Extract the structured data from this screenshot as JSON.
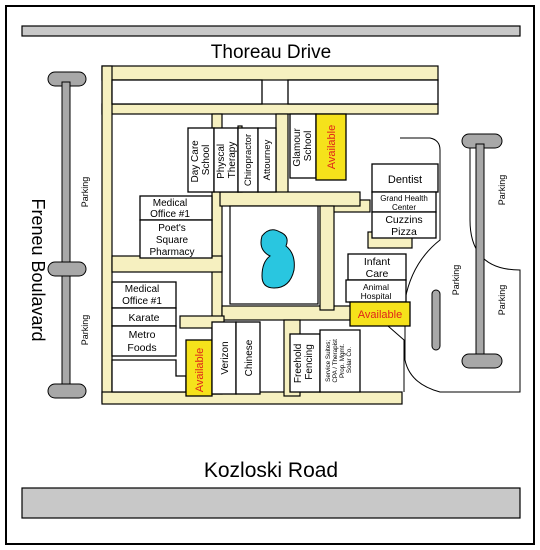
{
  "roads": {
    "north": "Thoreau Drive",
    "south": "Kozloski Road",
    "west": "Freneu Boulavard"
  },
  "parking_label": "Parking",
  "available_label": "Available",
  "tenants": {
    "day_care": [
      "Day Care",
      "School"
    ],
    "physical_therapy": [
      "Physcal",
      "Therapy"
    ],
    "chiropractor": [
      "Chiropractor"
    ],
    "attorney": [
      "Attourney"
    ],
    "glamour": [
      "Glamour",
      "School"
    ],
    "dentist": [
      "Dentist"
    ],
    "grand_health": [
      "Grand Health",
      "Center"
    ],
    "cuzzins": [
      "Cuzzins",
      "Pizza"
    ],
    "medical_office_1a": [
      "Medical",
      "Office #1"
    ],
    "poets_square": [
      "Poet's",
      "Square",
      "Pharmacy"
    ],
    "infant_care": [
      "Infant",
      "Care"
    ],
    "animal_hospital": [
      "Animal",
      "Hospital"
    ],
    "medical_office_1b": [
      "Medical",
      "Office #1"
    ],
    "karate": [
      "Karate"
    ],
    "metro_foods": [
      "Metro",
      "Foods"
    ],
    "verizon": [
      "Verizon"
    ],
    "chinese": [
      "Chinese"
    ],
    "freehold_fencing": [
      "Freehold",
      "Fencing"
    ],
    "service_suites": [
      "Service Suites;",
      "CPA / Therapist",
      "Prop. Mgmt.",
      "Solar Co."
    ]
  },
  "colors": {
    "walkway": "#f6f0c0",
    "available": "#f5e21b",
    "available_text": "#e0241b",
    "pond": "#29c6e0",
    "road": "#c8c8c8"
  }
}
